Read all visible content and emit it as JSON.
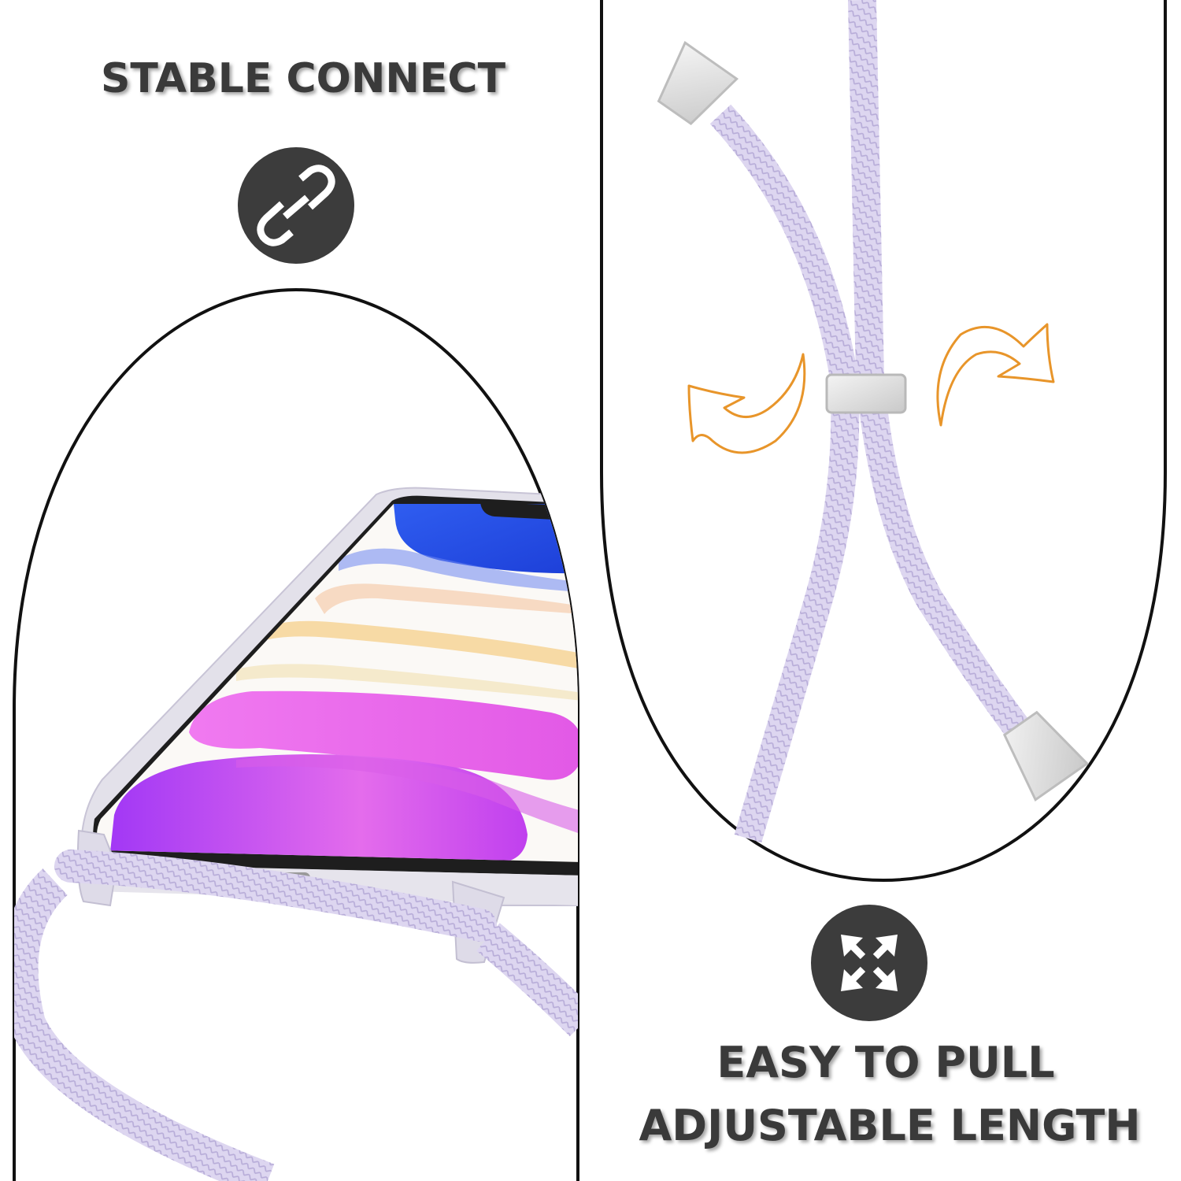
{
  "left_panel": {
    "heading": "STABLE CONNECT",
    "icon": "link-icon",
    "illustration": "phone-case-with-crossbody-lanyard"
  },
  "right_panel": {
    "heading_line_1": "EASY TO PULL",
    "heading_line_2": "ADJUSTABLE LENGTH",
    "icon": "expand-arrows-icon",
    "illustration": "adjustable-lanyard-with-slider"
  },
  "colors": {
    "text": "#3a3a3a",
    "badge": "#3c3c3c",
    "outline": "#111111",
    "cord": "#d9d3ee",
    "cord_shade": "#b9aedb",
    "metal": "#d8d8d8",
    "arrow": "#e8952a",
    "case": "#e3e1ea"
  }
}
